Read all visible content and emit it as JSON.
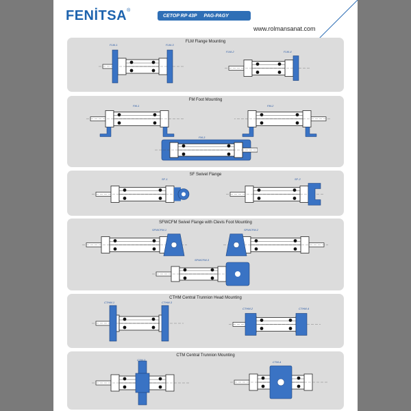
{
  "header": {
    "brand": "FENİTSA",
    "brand_mark": "®",
    "catalog_code": "CETOP RP 43P",
    "catalog_series": "PAG-PAGY",
    "website": "www.rolmansanat.com"
  },
  "sections": [
    {
      "title": "FLM Flange Mounting",
      "labels": [
        "FLM-1",
        "FLM-3",
        "FLM-2",
        "FLM-4"
      ]
    },
    {
      "title": "FM  Foot Mounting",
      "labels": [
        "FM-1",
        "FM-2",
        "FM-3"
      ]
    },
    {
      "title": "SF  Swivel Flange",
      "labels": [
        "SF-1",
        "SF-2"
      ]
    },
    {
      "title": "SFWCFM Swivel Flange with Clevis Foot Mounting",
      "labels": [
        "SFWCFM-1",
        "SFWCFM-2",
        "SFWCFM-3"
      ]
    },
    {
      "title": "CTHM Central Trunnion Head Mounting",
      "labels": [
        "CTHM-1",
        "CTHM-3",
        "CTHM-2",
        "CTHM-4"
      ]
    },
    {
      "title": "CTM Central Trunnion Mounting",
      "labels": [
        "CTM-3",
        "CTM-4"
      ]
    }
  ],
  "colors": {
    "accent": "#2f6fb6",
    "part": "#3a73c4",
    "panel": "#dcdcdc"
  }
}
